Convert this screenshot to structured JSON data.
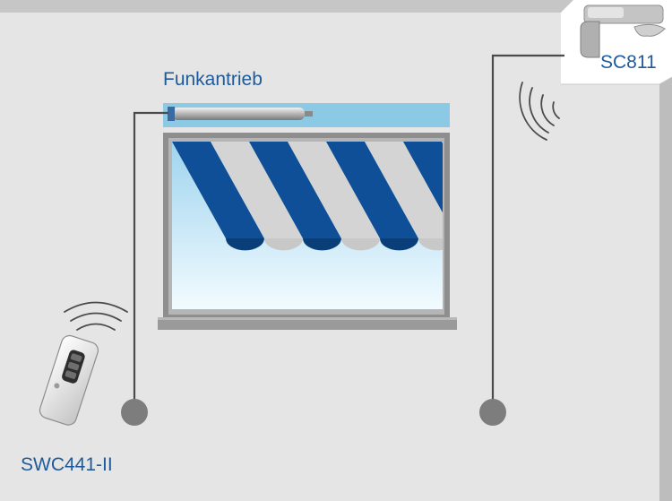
{
  "labels": {
    "motor": "Funkantrieb",
    "sensor": "SC811",
    "remote": "SWC441-II"
  },
  "icons": {
    "motor": "tubular-motor-icon",
    "sensor": "weather-sensor-icon",
    "remote": "remote-control-icon",
    "awning": "striped-awning-icon",
    "radio": "radio-waves-icon"
  },
  "colors": {
    "wall": "#e5e5e5",
    "wall_edge": "#b9b9b9",
    "label": "#1f5a9a",
    "awning_blue": "#0e4f97",
    "awning_white": "#d4d4d4",
    "cable": "#4b4b4b",
    "plug": "#7d7d7d"
  }
}
